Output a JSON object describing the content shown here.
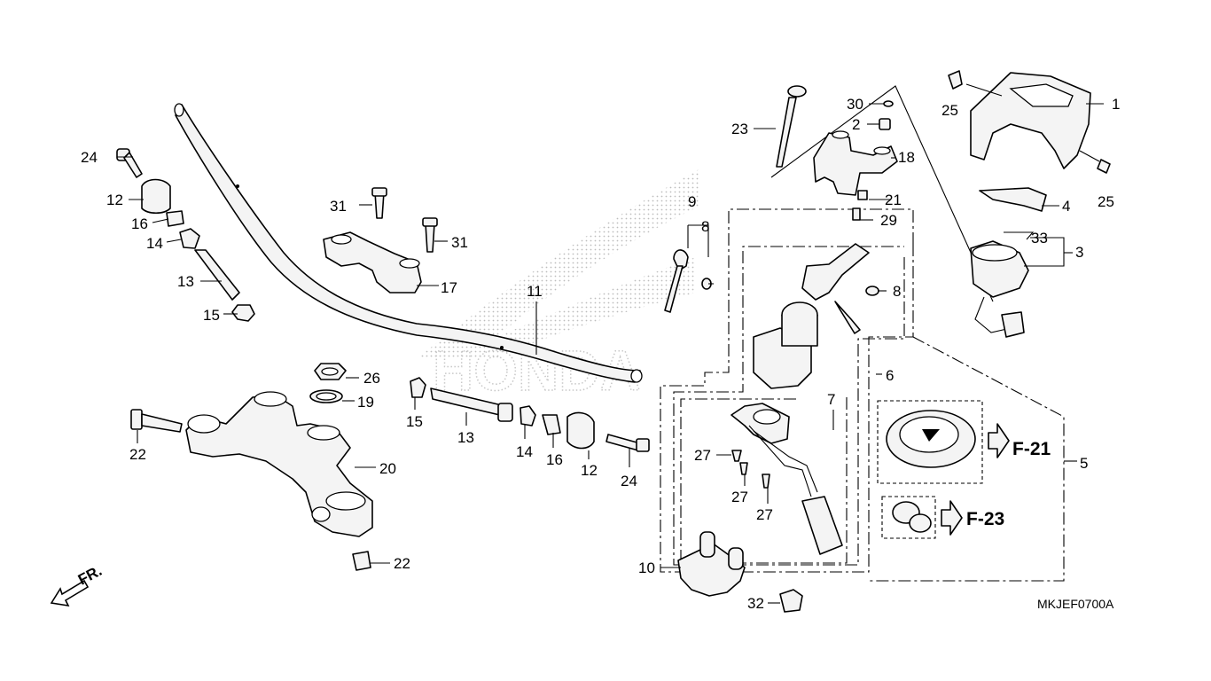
{
  "diagram_code": "MKJEF0700A",
  "direction_label": "FR.",
  "watermark": "HONDA",
  "refs": {
    "f21": "F-21",
    "f23": "F-23"
  },
  "callouts": {
    "c1": "1",
    "c2": "2",
    "c3": "3",
    "c4": "4",
    "c5": "5",
    "c6": "6",
    "c7": "7",
    "c8a": "8",
    "c8b": "8",
    "c9": "9",
    "c10": "10",
    "c11": "11",
    "c12a": "12",
    "c12b": "12",
    "c13a": "13",
    "c13b": "13",
    "c14a": "14",
    "c14b": "14",
    "c15a": "15",
    "c15b": "15",
    "c16a": "16",
    "c16b": "16",
    "c17": "17",
    "c18": "18",
    "c19": "19",
    "c20": "20",
    "c21": "21",
    "c22a": "22",
    "c22b": "22",
    "c23": "23",
    "c24a": "24",
    "c24b": "24",
    "c25a": "25",
    "c25b": "25",
    "c26": "26",
    "c27a": "27",
    "c27b": "27",
    "c27c": "27",
    "c29": "29",
    "c30": "30",
    "c31a": "31",
    "c31b": "31",
    "c32": "32",
    "c33": "33"
  }
}
